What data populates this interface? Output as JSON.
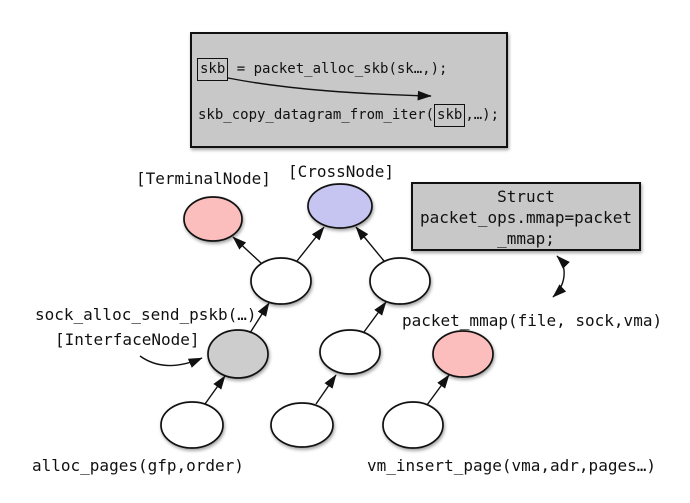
{
  "code_box": {
    "line1": {
      "token": "skb",
      "rest": " = packet_alloc_skb(sk…,);"
    },
    "line2": {
      "pre": "skb_copy_datagram_from_iter(",
      "token": "skb",
      "rest": ",…);"
    }
  },
  "struct_box": {
    "line1": "Struct",
    "line2": "packet_ops.mmap=packet",
    "line3": "_mmap;"
  },
  "labels": {
    "terminal_node": "[TerminalNode]",
    "cross_node": "[CrossNode]",
    "interface_node": "[InterfaceNode]",
    "sock_alloc_send": "sock_alloc_send_pskb(…)",
    "packet_mmap": "packet_mmap(file, sock,vma)",
    "alloc_pages": "alloc_pages(gfp,order)",
    "vm_insert_page": "vm_insert_page(vma,adr,pages…)"
  },
  "colors": {
    "terminal_node_fill": "#fcbdbd",
    "cross_node_fill": "#c6c5f2",
    "interface_node_fill": "#cdcdcd",
    "plain_node_fill": "#ffffff",
    "box_background": "#c8c8c8",
    "outline": "#111111"
  },
  "graph": {
    "nodes": [
      {
        "id": "terminal-node",
        "kind": "TerminalNode",
        "color": "pink"
      },
      {
        "id": "cross-node",
        "kind": "CrossNode",
        "color": "purple"
      },
      {
        "id": "upper-left-node",
        "kind": "plain",
        "color": "white"
      },
      {
        "id": "upper-right-node",
        "kind": "plain",
        "color": "white"
      },
      {
        "id": "interface-node",
        "kind": "InterfaceNode",
        "color": "gray"
      },
      {
        "id": "middle-node",
        "kind": "plain",
        "color": "white"
      },
      {
        "id": "packet-mmap-node",
        "kind": "TerminalNode",
        "color": "pink"
      },
      {
        "id": "bottom-left-node",
        "kind": "plain",
        "color": "white"
      },
      {
        "id": "bottom-middle-node",
        "kind": "plain",
        "color": "white"
      },
      {
        "id": "bottom-right-node",
        "kind": "plain",
        "color": "white"
      }
    ],
    "edges": [
      {
        "from": "upper-left-node",
        "to": "terminal-node"
      },
      {
        "from": "upper-left-node",
        "to": "cross-node"
      },
      {
        "from": "upper-right-node",
        "to": "cross-node"
      },
      {
        "from": "interface-node",
        "to": "upper-left-node"
      },
      {
        "from": "middle-node",
        "to": "upper-right-node"
      },
      {
        "from": "bottom-left-node",
        "to": "interface-node"
      },
      {
        "from": "bottom-middle-node",
        "to": "middle-node"
      },
      {
        "from": "bottom-right-node",
        "to": "packet-mmap-node"
      },
      {
        "from": "code-box-skb-token-1",
        "to": "code-box-skb-token-2"
      },
      {
        "from": "struct-box",
        "to": "packet-mmap-label",
        "style": "double-headed"
      },
      {
        "from": "interface-node-label",
        "to": "interface-node",
        "style": "pointer"
      }
    ]
  }
}
